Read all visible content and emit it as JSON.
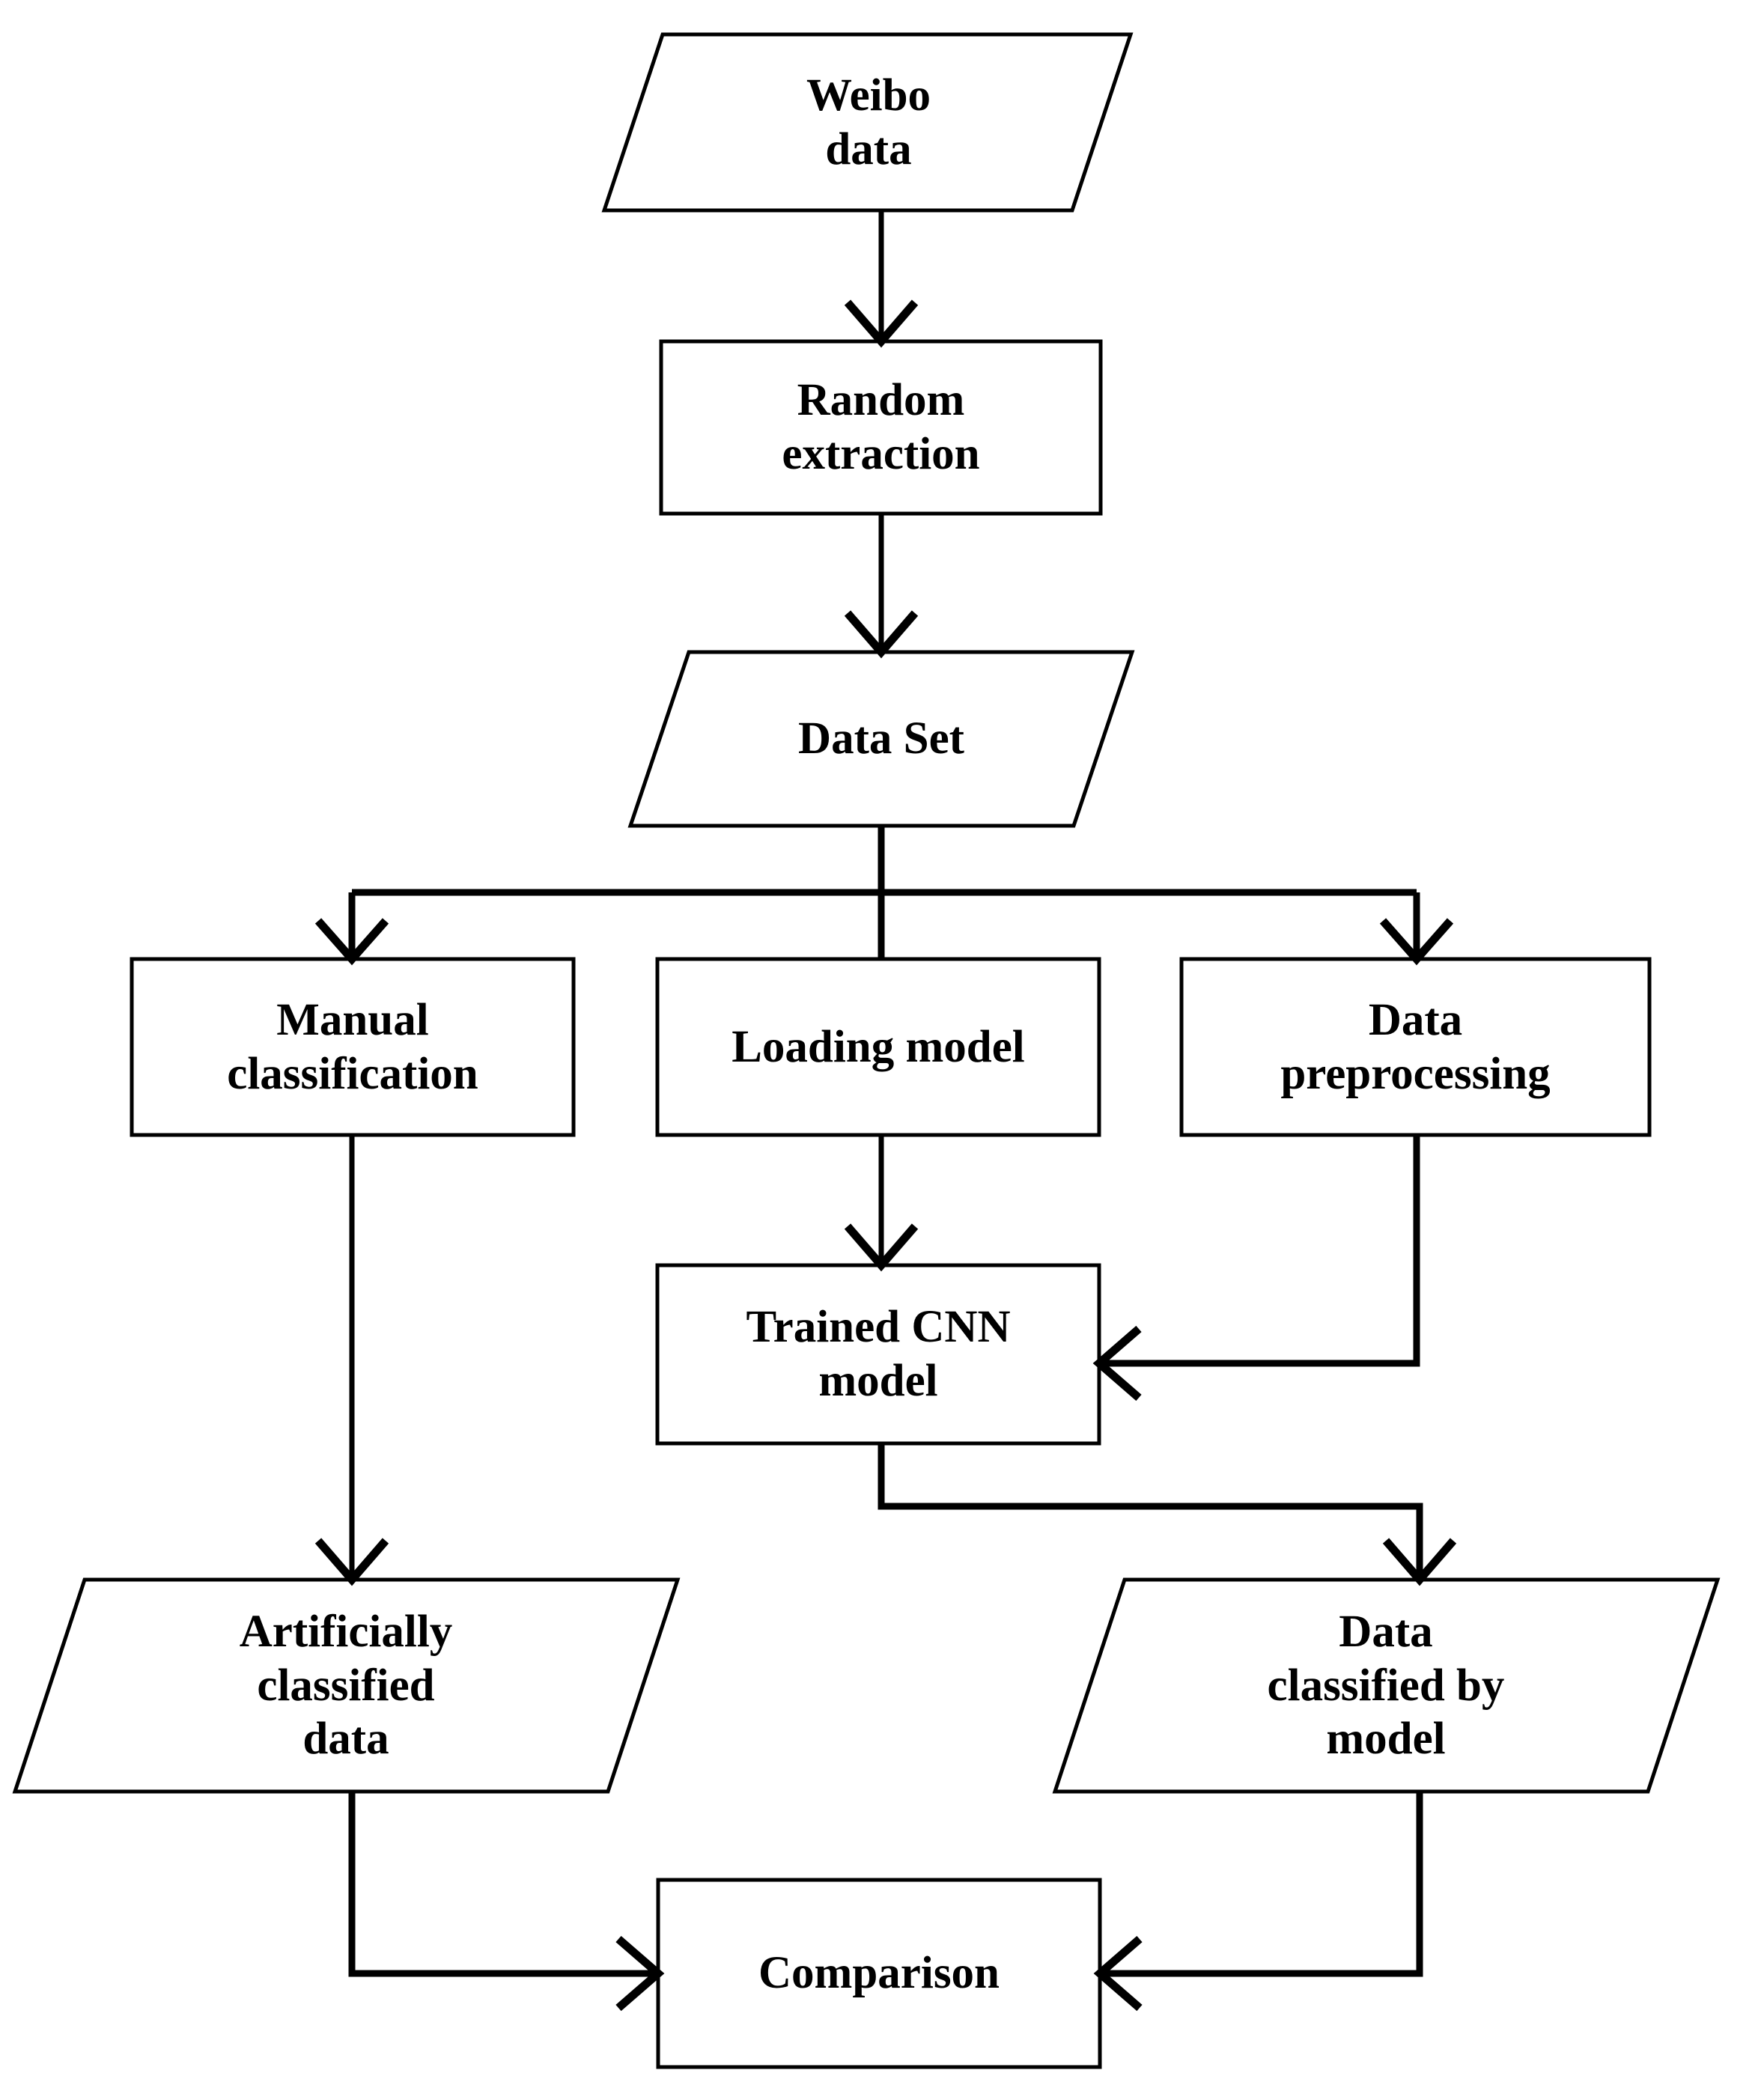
{
  "diagram": {
    "type": "flowchart",
    "title": "Weibo data classification workflow",
    "background_color": "#ffffff",
    "stroke_color": "#000000",
    "shape_fill": "#ffffff",
    "nodes": [
      {
        "id": "weibo-data",
        "label": "Weibo\ndata",
        "shape": "parallelogram",
        "role": "data"
      },
      {
        "id": "random-extraction",
        "label": "Random\nextraction",
        "shape": "rectangle",
        "role": "process"
      },
      {
        "id": "data-set",
        "label": "Data Set",
        "shape": "parallelogram",
        "role": "data"
      },
      {
        "id": "manual-classification",
        "label": "Manual\nclassification",
        "shape": "rectangle",
        "role": "process"
      },
      {
        "id": "loading-model",
        "label": "Loading model",
        "shape": "rectangle",
        "role": "process"
      },
      {
        "id": "data-preprocessing",
        "label": "Data\npreprocessing",
        "shape": "rectangle",
        "role": "process"
      },
      {
        "id": "trained-cnn-model",
        "label": "Trained CNN\nmodel",
        "shape": "rectangle",
        "role": "process"
      },
      {
        "id": "artificially-classified-data",
        "label": "Artificially\nclassified\ndata",
        "shape": "parallelogram",
        "role": "data"
      },
      {
        "id": "data-classified-by-model",
        "label": "Data\nclassified by\nmodel",
        "shape": "parallelogram",
        "role": "data"
      },
      {
        "id": "comparison",
        "label": "Comparison",
        "shape": "rectangle",
        "role": "process"
      }
    ],
    "edges": [
      {
        "from": "weibo-data",
        "to": "random-extraction",
        "style": "straight-down"
      },
      {
        "from": "random-extraction",
        "to": "data-set",
        "style": "straight-down"
      },
      {
        "from": "data-set",
        "to": "manual-classification",
        "style": "split-left"
      },
      {
        "from": "data-set",
        "to": "loading-model",
        "style": "split-center"
      },
      {
        "from": "data-set",
        "to": "data-preprocessing",
        "style": "split-right"
      },
      {
        "from": "loading-model",
        "to": "trained-cnn-model",
        "style": "straight-down"
      },
      {
        "from": "data-preprocessing",
        "to": "trained-cnn-model",
        "style": "elbow-left"
      },
      {
        "from": "manual-classification",
        "to": "artificially-classified-data",
        "style": "straight-down"
      },
      {
        "from": "trained-cnn-model",
        "to": "data-classified-by-model",
        "style": "elbow-right"
      },
      {
        "from": "artificially-classified-data",
        "to": "comparison",
        "style": "elbow-right-into-left-side"
      },
      {
        "from": "data-classified-by-model",
        "to": "comparison",
        "style": "elbow-left-into-right-side"
      }
    ]
  }
}
